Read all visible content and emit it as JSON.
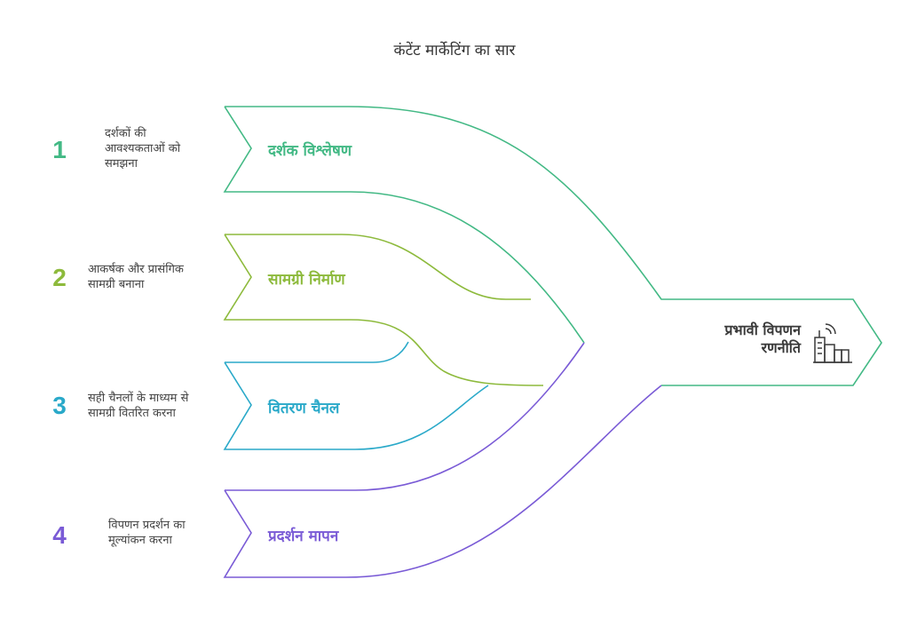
{
  "title": "कंटेंट मार्केटिंग का सार",
  "colors": {
    "stage1": "#43b985",
    "stage2": "#8dba3c",
    "stage3": "#2aa9c9",
    "stage4": "#7a5bd6",
    "result": "#43b985",
    "text": "#444444"
  },
  "stages": [
    {
      "number": "1",
      "label": "दर्शक विश्लेषण",
      "description": [
        "दर्शकों की",
        "आवश्यकताओं को",
        "समझना"
      ]
    },
    {
      "number": "2",
      "label": "सामग्री निर्माण",
      "description": [
        "आकर्षक और प्रासंगिक",
        "सामग्री बनाना"
      ]
    },
    {
      "number": "3",
      "label": "वितरण चैनल",
      "description": [
        "सही चैनलों के माध्यम से",
        "सामग्री वितरित करना"
      ]
    },
    {
      "number": "4",
      "label": "प्रदर्शन मापन",
      "description": [
        "विपणन प्रदर्शन का",
        "मूल्यांकन करना"
      ]
    }
  ],
  "result": {
    "label_line1": "प्रभावी विपणन",
    "label_line2": "रणनीति",
    "icon": "city-buildings-signal-icon"
  }
}
